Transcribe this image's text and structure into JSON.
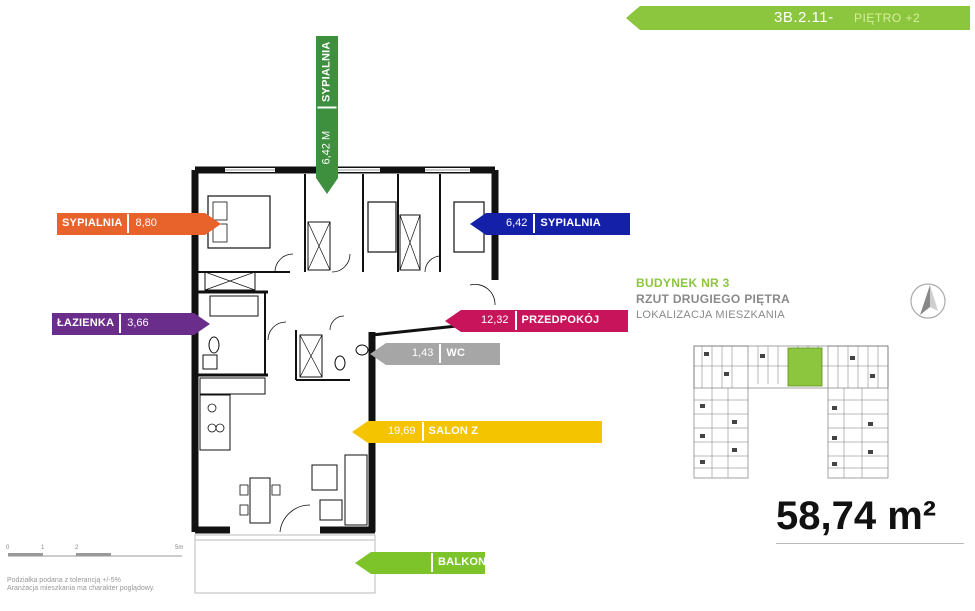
{
  "banner": {
    "code": "3B.2.11-",
    "floor": "PIĘTRO +2",
    "color": "#8cc63f"
  },
  "rooms": [
    {
      "id": "sypialnia-left",
      "name": "SYPIALNIA",
      "area": "8,80 M KW",
      "color": "#e8622c"
    },
    {
      "id": "sypialnia-top",
      "name": "SYPIALNIA",
      "area": "6,42 M KW",
      "color": "#3e8f3e"
    },
    {
      "id": "sypialnia-right",
      "name": "SYPIALNIA",
      "area": "6,42 M KW",
      "color": "#1420a8"
    },
    {
      "id": "lazienka",
      "name": "ŁAZIENKA",
      "area": "3,66 M KW",
      "color": "#6b2d8c"
    },
    {
      "id": "przedpokoj",
      "name": "PRZEDPOKÓJ",
      "area": "12,32 M KW",
      "color": "#c8145a"
    },
    {
      "id": "wc",
      "name": "WC",
      "area": "1,43 M KW",
      "color": "#a6a6a6"
    },
    {
      "id": "salon",
      "name": "SALON Z ANEKSEM KUCH.",
      "area": "19,69 M KW",
      "color": "#f5c400"
    },
    {
      "id": "balkon",
      "name": "BALKON",
      "area": "",
      "color": "#7cc42a"
    }
  ],
  "info": {
    "building": "BUDYNEK NR 3",
    "plan": "RZUT DRUGIEGO PIĘTRA",
    "location": "LOKALIZACJA MIESZKANIA"
  },
  "total_area": "58,74 m²",
  "scale": {
    "ticks": [
      "0",
      "1",
      "2",
      "5m"
    ]
  },
  "notes": {
    "line1": "Podziałka podana z tolerancją +/-5%",
    "line2": "Aranżacja mieszkania ma charakter poglądowy."
  }
}
